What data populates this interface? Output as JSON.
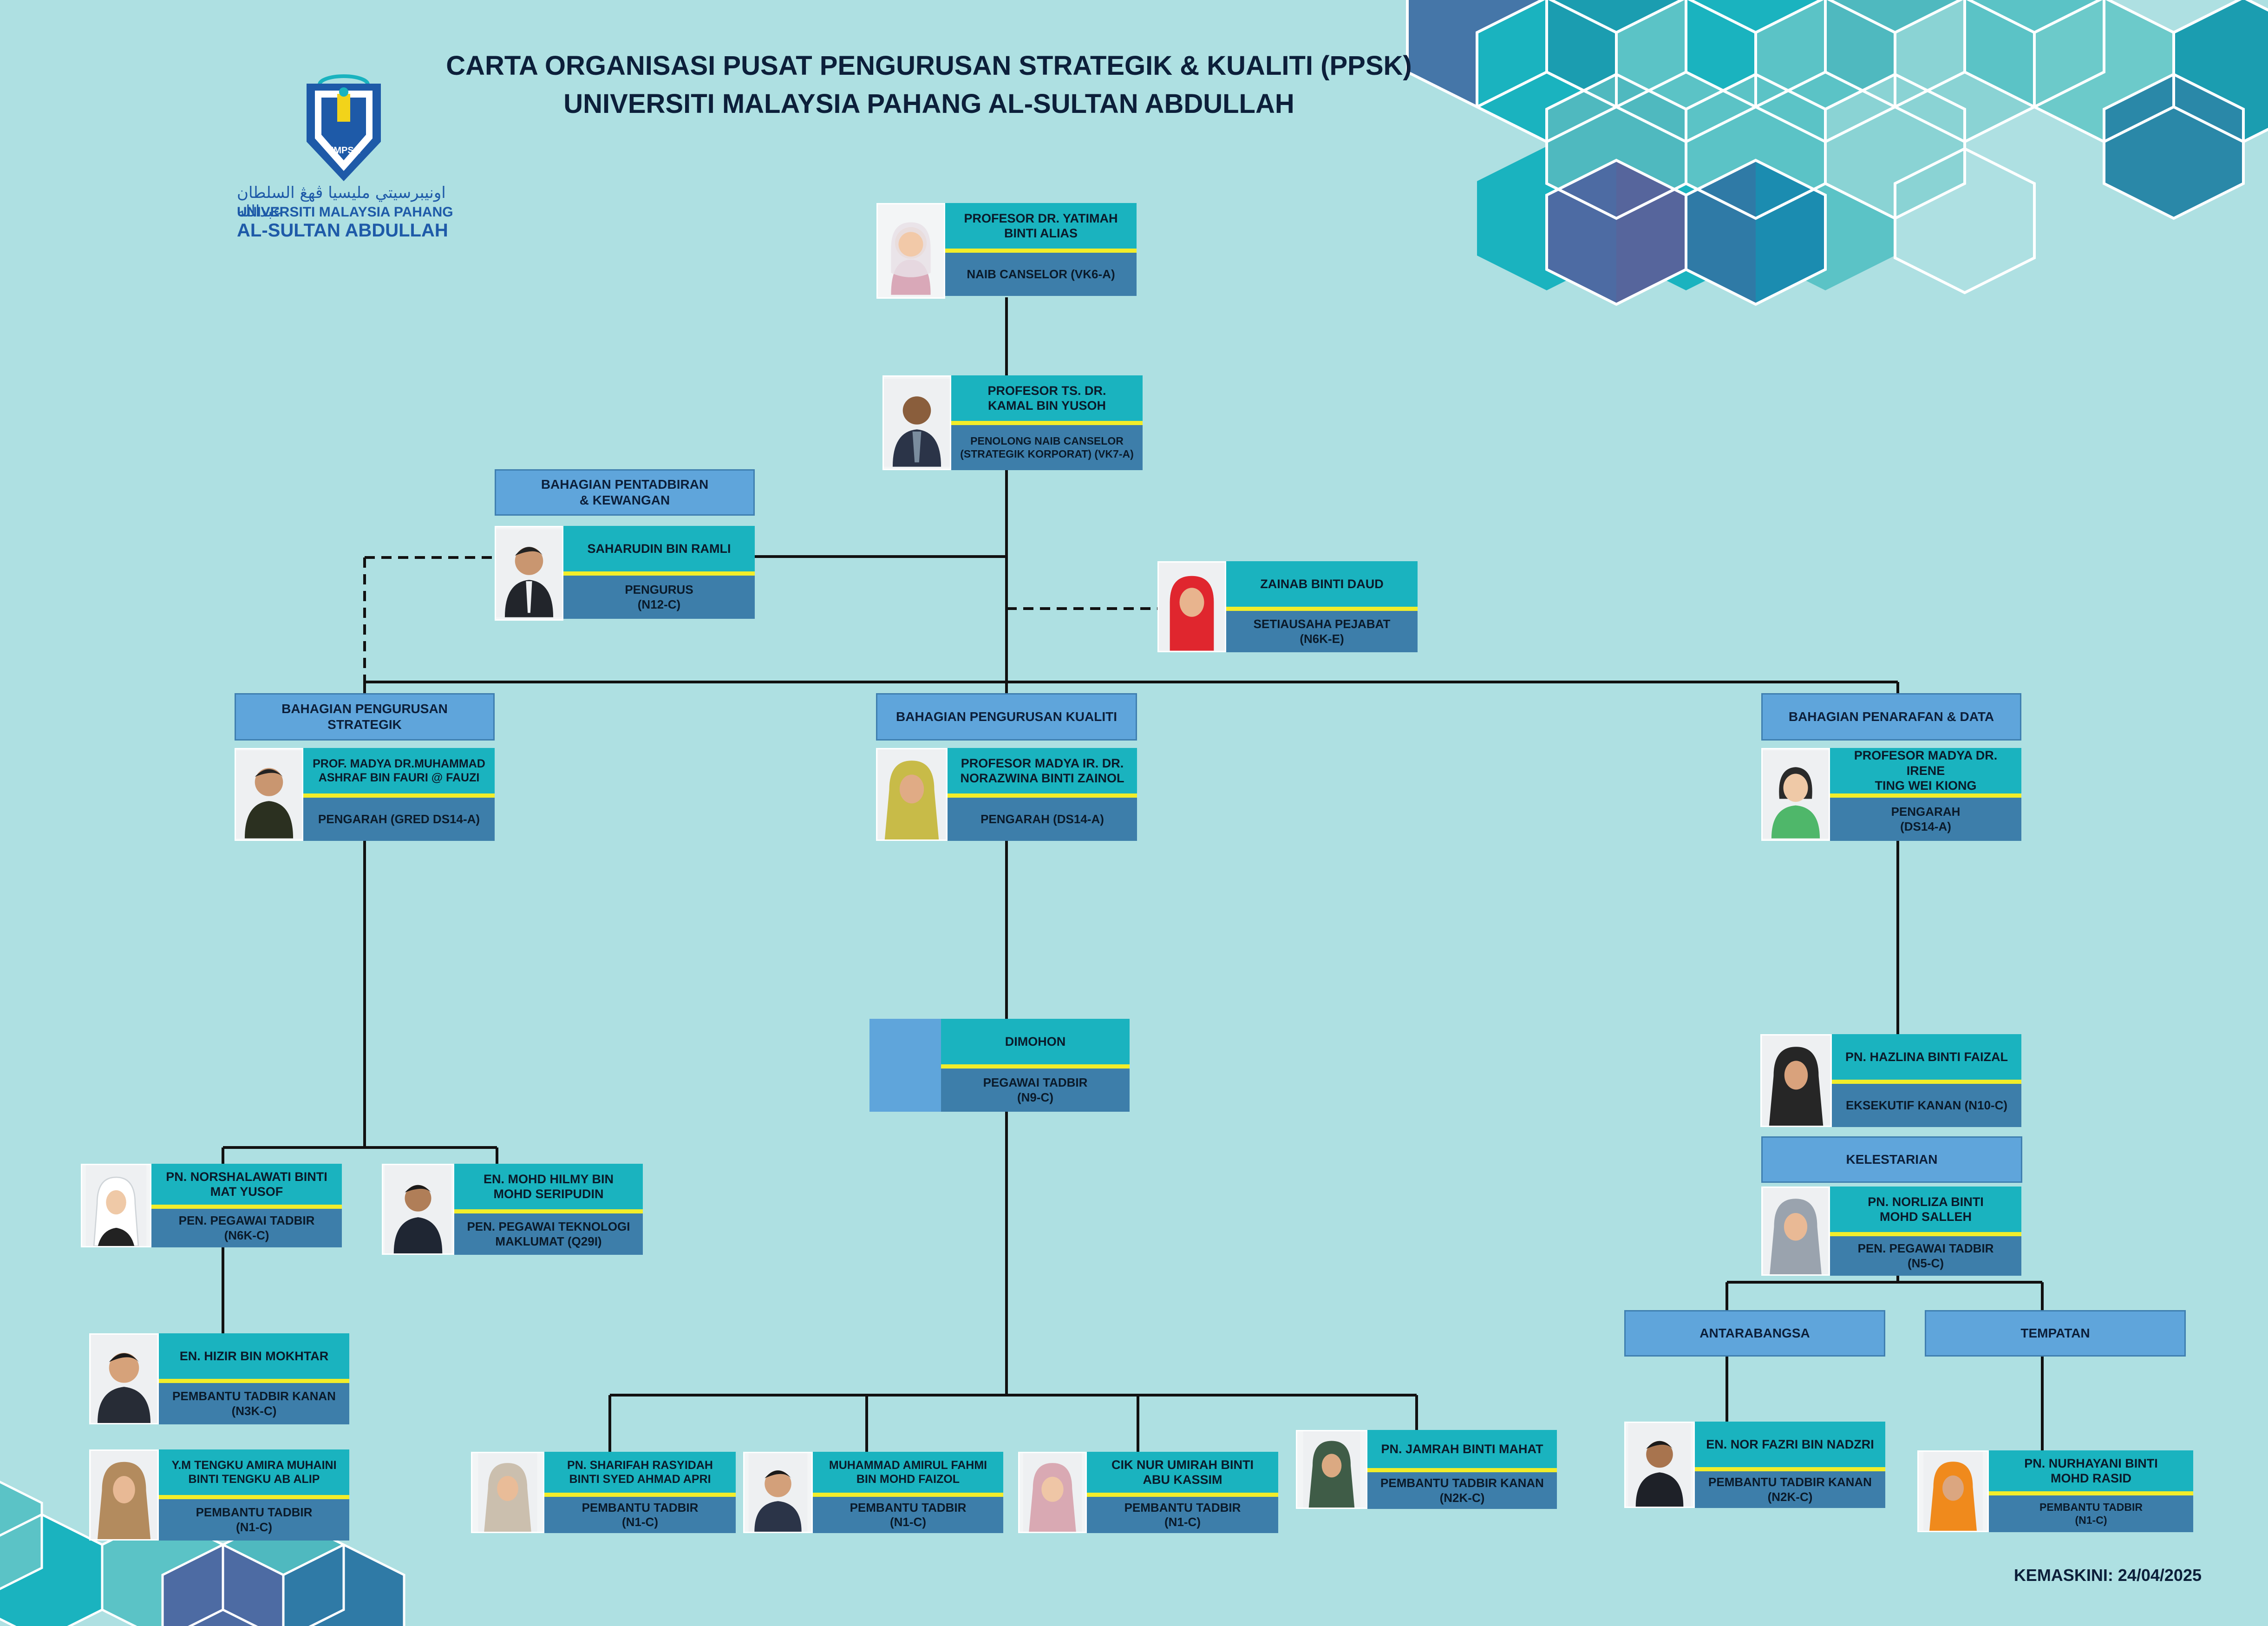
{
  "title": {
    "line1": "CARTA ORGANISASI PUSAT PENGURUSAN STRATEGIK & KUALITI (PPSK)",
    "line2": "UNIVERSITI MALAYSIA PAHANG AL-SULTAN ABDULLAH"
  },
  "logo": {
    "badge_text": "UMPSA",
    "arabic": "اونيبرسيتي مليسيا ڤهڠ السلطان عبدالله",
    "line1": "UNIVERSITI MALAYSIA PAHANG",
    "line2": "AL-SULTAN ABDULLAH"
  },
  "sections": {
    "admin": "BAHAGIAN PENTADBIRAN\n& KEWANGAN",
    "strategic": "BAHAGIAN PENGURUSAN\nSTRATEGIK",
    "quality": "BAHAGIAN PENGURUSAN KUALITI",
    "ranking": "BAHAGIAN PENARAFAN & DATA",
    "sustainability": "KELESTARIAN",
    "international": "ANTARABANGSA",
    "local": "TEMPATAN"
  },
  "people": {
    "vc": {
      "name": "PROFESOR DR. YATIMAH\nBINTI ALIAS",
      "grade": "NAIB CANSELOR (VK6-A)"
    },
    "dvc": {
      "name": "PROFESOR TS. DR.\nKAMAL BIN YUSOH",
      "grade": "PENOLONG NAIB CANSELOR\n(STRATEGIK KORPORAT) (VK7-A)"
    },
    "manager": {
      "name": "SAHARUDIN BIN RAMLI",
      "grade": "PENGURUS\n(N12-C)"
    },
    "secretary": {
      "name": "ZAINAB BINTI DAUD",
      "grade": "SETIAUSAHA PEJABAT\n(N6K-E)"
    },
    "dir_strategic": {
      "name": "PROF. MADYA DR.MUHAMMAD\nASHRAF BIN FAURI @ FAUZI",
      "grade": "PENGARAH (GRED DS14-A)"
    },
    "dir_quality": {
      "name": "PROFESOR MADYA IR. DR.\nNORAZWINA BINTI ZAINOL",
      "grade": "PENGARAH (DS14-A)"
    },
    "dir_ranking": {
      "name": "PROFESOR  MADYA DR. IRENE\nTING WEI KIONG",
      "grade": "PENGARAH\n(DS14-A)"
    },
    "admin_officer_q": {
      "name": "DIMOHON",
      "grade": "PEGAWAI TADBIR\n(N9-C)"
    },
    "exec_ranking": {
      "name": "PN. HAZLINA BINTI FAIZAL",
      "grade": "EKSEKUTIF KANAN (N10-C)"
    },
    "asst_sustain": {
      "name": "PN. NORLIZA BINTI\nMOHD SALLEH",
      "grade": "PEN. PEGAWAI TADBIR\n(N5-C)"
    },
    "norshalawati": {
      "name": "PN. NORSHALAWATI BINTI\nMAT YUSOF",
      "grade": "PEN. PEGAWAI TADBIR\n(N6K-C)"
    },
    "hilmy": {
      "name": "EN. MOHD HILMY BIN\nMOHD SERIPUDIN",
      "grade": "PEN. PEGAWAI TEKNOLOGI\nMAKLUMAT (Q29I)"
    },
    "hizir": {
      "name": "EN. HIZIR BIN MOKHTAR",
      "grade": "PEMBANTU TADBIR KANAN\n(N3K-C)"
    },
    "amira": {
      "name": "Y.M TENGKU AMIRA MUHAINI\nBINTI TENGKU AB ALIP",
      "grade": "PEMBANTU TADBIR\n(N1-C)"
    },
    "sharifah": {
      "name": "PN. SHARIFAH RASYIDAH\nBINTI SYED AHMAD APRI",
      "grade": "PEMBANTU TADBIR\n(N1-C)"
    },
    "amirul": {
      "name": "MUHAMMAD AMIRUL FAHMI\nBIN MOHD FAIZOL",
      "grade": "PEMBANTU TADBIR\n(N1-C)"
    },
    "umirah": {
      "name": "CIK NUR UMIRAH BINTI\nABU KASSIM",
      "grade": "PEMBANTU TADBIR\n(N1-C)"
    },
    "jamrah": {
      "name": "PN. JAMRAH BINTI MAHAT",
      "grade": "PEMBANTU TADBIR KANAN\n(N2K-C)"
    },
    "fazri": {
      "name": "EN. NOR FAZRI BIN NADZRI",
      "grade": "PEMBANTU TADBIR KANAN\n(N2K-C)"
    },
    "nurhayani": {
      "name": "PN. NURHAYANI BINTI\nMOHD RASID",
      "grade": "PEMBANTU TADBIR\n(N1-C)"
    }
  },
  "updated": "KEMASKINI: 24/04/2025",
  "colors": {
    "background": "#aee0e2",
    "name_band": "#1ab3bf",
    "separator": "#f2ed2a",
    "grade_band": "#3d7eaa",
    "section_box": "#5fa5db",
    "line": "#111111"
  }
}
